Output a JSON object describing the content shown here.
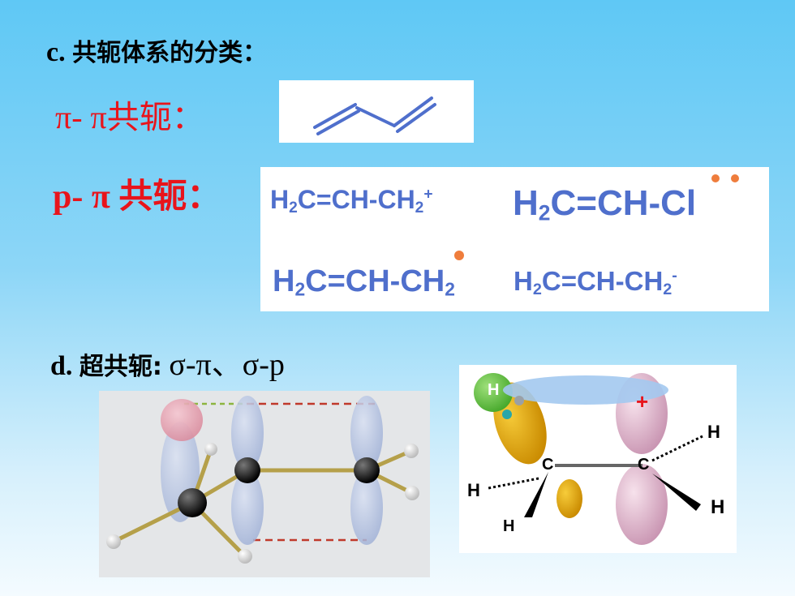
{
  "heading_c": {
    "prefix": "c.",
    "text": "共轭体系的分类："
  },
  "pi_pi": {
    "label": "π- π共轭："
  },
  "p_pi": {
    "label": "p- π 共轭："
  },
  "formulas": {
    "f1": {
      "a": "H",
      "s1": "2",
      "b": "C=CH-CH",
      "s2": "2",
      "charge": "+"
    },
    "f2": {
      "a": "H",
      "s1": "2",
      "b": "C=CH-",
      "cl": "Cl"
    },
    "f3": {
      "a": "H",
      "s1": "2",
      "b": "C=CH-CH",
      "s2": "2"
    },
    "f4": {
      "a": "H",
      "s1": "2",
      "b": "C=CH-CH",
      "s2": "2",
      "charge": "-"
    }
  },
  "heading_d": {
    "prefix": "d.",
    "bold": "超共轭:",
    "text": "σ-π、σ-p"
  },
  "orbital_labels": {
    "h_top_left": "H",
    "plus": "+",
    "h_right_top": "H",
    "c_left": "C",
    "c_right": "C",
    "h_left": "H",
    "h_bottom": "H",
    "h_right_bottom": "H"
  },
  "colors": {
    "accent_red": "#e8141b",
    "formula_blue": "#4f6fcc",
    "radical_dot": "#ef7d3c"
  }
}
